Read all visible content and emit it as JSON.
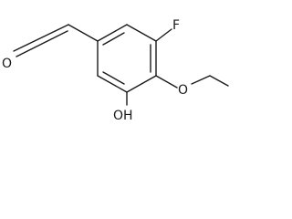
{
  "molecule": {
    "atoms": {
      "fluorine": "F",
      "ether_oxygen": "O",
      "aldehyde_oxygen": "O",
      "hydroxyl": "OH"
    }
  }
}
